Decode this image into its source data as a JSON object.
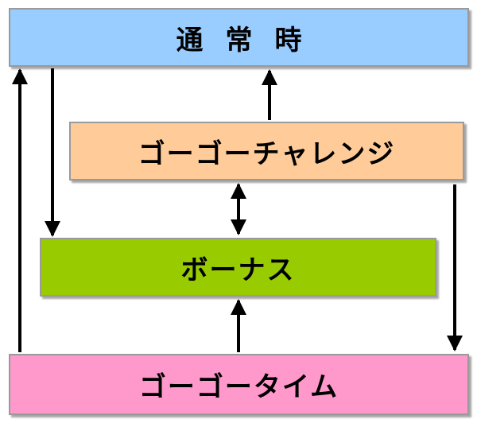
{
  "nodes": {
    "normal": {
      "label": "通常時",
      "color": "#99ccff"
    },
    "challenge": {
      "label": "ゴーゴーチャレンジ",
      "color": "#ffcc99"
    },
    "bonus": {
      "label": "ボーナス",
      "color": "#99cc00"
    },
    "gogotime": {
      "label": "ゴーゴータイム",
      "color": "#ff99cc"
    }
  },
  "edges": [
    {
      "from": "gogotime",
      "to": "normal"
    },
    {
      "from": "normal",
      "to": "bonus"
    },
    {
      "from": "challenge",
      "to": "normal"
    },
    {
      "from": "challenge",
      "to": "bonus",
      "bidirectional": true
    },
    {
      "from": "gogotime",
      "to": "bonus"
    },
    {
      "from": "challenge",
      "to": "gogotime"
    }
  ]
}
